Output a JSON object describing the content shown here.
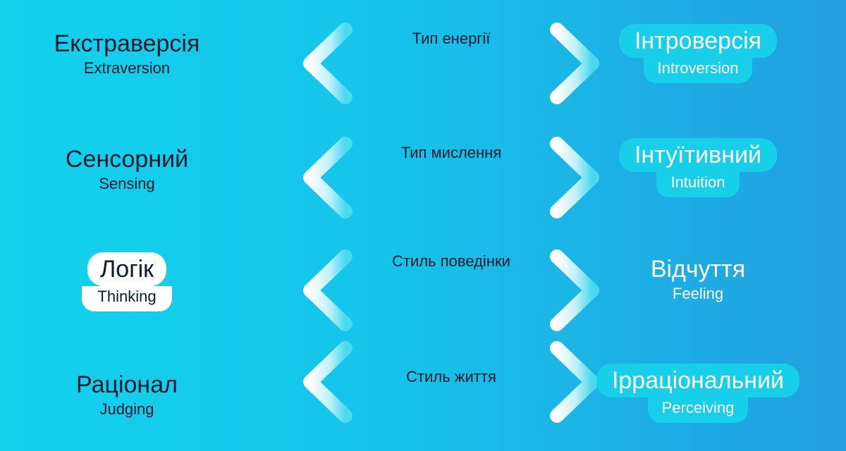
{
  "rows": [
    {
      "left_ua": "Екстраверсія",
      "left_en": "Extraversion",
      "axis": "Тип енергії",
      "right_ua": "Інтроверсія",
      "right_en": "Introversion",
      "highlight": "right"
    },
    {
      "left_ua": "Сенсорний",
      "left_en": "Sensing",
      "axis": "Тип мислення",
      "right_ua": "Інтуїтивний",
      "right_en": "Intuition",
      "highlight": "right"
    },
    {
      "left_ua": "Логік",
      "left_en": "Thinking",
      "axis": "Стиль поведінки",
      "right_ua": "Відчуття",
      "right_en": "Feeling",
      "highlight": "left"
    },
    {
      "left_ua": "Раціонал",
      "left_en": "Judging",
      "axis": "Стиль життя",
      "right_ua": "Ірраціональний",
      "right_en": "Perceiving",
      "highlight": "right"
    }
  ],
  "colors": {
    "text_dark": "#0c1c2e",
    "text_light": "#ffffff",
    "highlight_left": "#ffffff",
    "highlight_right": "#17cfe8",
    "arrow_start": "#ffffff",
    "arrow_end": "#4fdcf0"
  },
  "icons": [
    "double-headed-arrow-icon"
  ]
}
